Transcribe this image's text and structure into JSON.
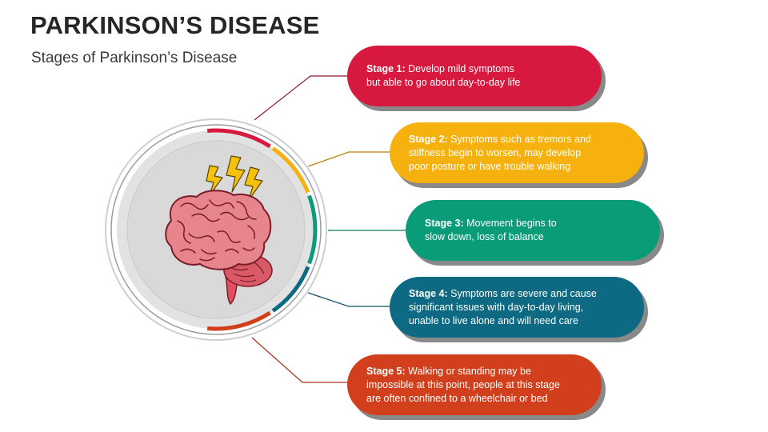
{
  "title": "PARKINSON’S DISEASE",
  "subtitle": "Stages of Parkinson’s Disease",
  "colors": {
    "stage1": "#D7183F",
    "stage2": "#F6B10E",
    "stage3": "#0A9B78",
    "stage4": "#0E6A82",
    "stage5": "#D23F1C",
    "text_dark": "#262626"
  },
  "icons": [
    "brain-icon",
    "lightning-bolt-icon"
  ],
  "stages": [
    {
      "label": "Stage 1:",
      "lines": [
        "Develop mild symptoms",
        "but able to go about day-to-day life"
      ]
    },
    {
      "label": "Stage 2:",
      "lines": [
        "Symptoms such as tremors and",
        "stiffness begin to worsen, may develop",
        "poor posture or have trouble walking"
      ]
    },
    {
      "label": "Stage 3:",
      "lines": [
        "Movement begins to",
        "slow down, loss of balance"
      ]
    },
    {
      "label": "Stage 4:",
      "lines": [
        "Symptoms are severe and cause",
        "significant issues with day-to-day living,",
        "unable to live alone and will need care"
      ]
    },
    {
      "label": "Stage 5:",
      "lines": [
        "Walking or standing may be",
        "impossible at this point, people at this stage",
        "are often confined to a wheelchair or bed"
      ]
    }
  ]
}
